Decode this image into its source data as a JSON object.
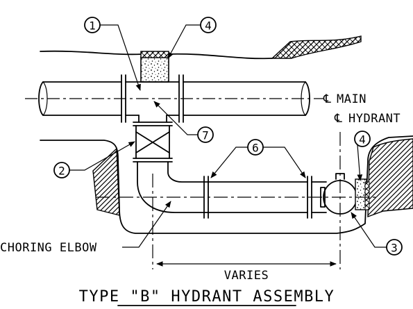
{
  "title": "TYPE \"B\" HYDRANT ASSEMBLY",
  "labels": {
    "cl_symbol": "℄",
    "main": "MAIN",
    "hydrant": "HYDRANT",
    "anchoring_elbow": "CHORING ELBOW",
    "varies": "VARIES"
  },
  "callouts": [
    "1",
    "2",
    "3",
    "4",
    "4",
    "6",
    "7"
  ]
}
